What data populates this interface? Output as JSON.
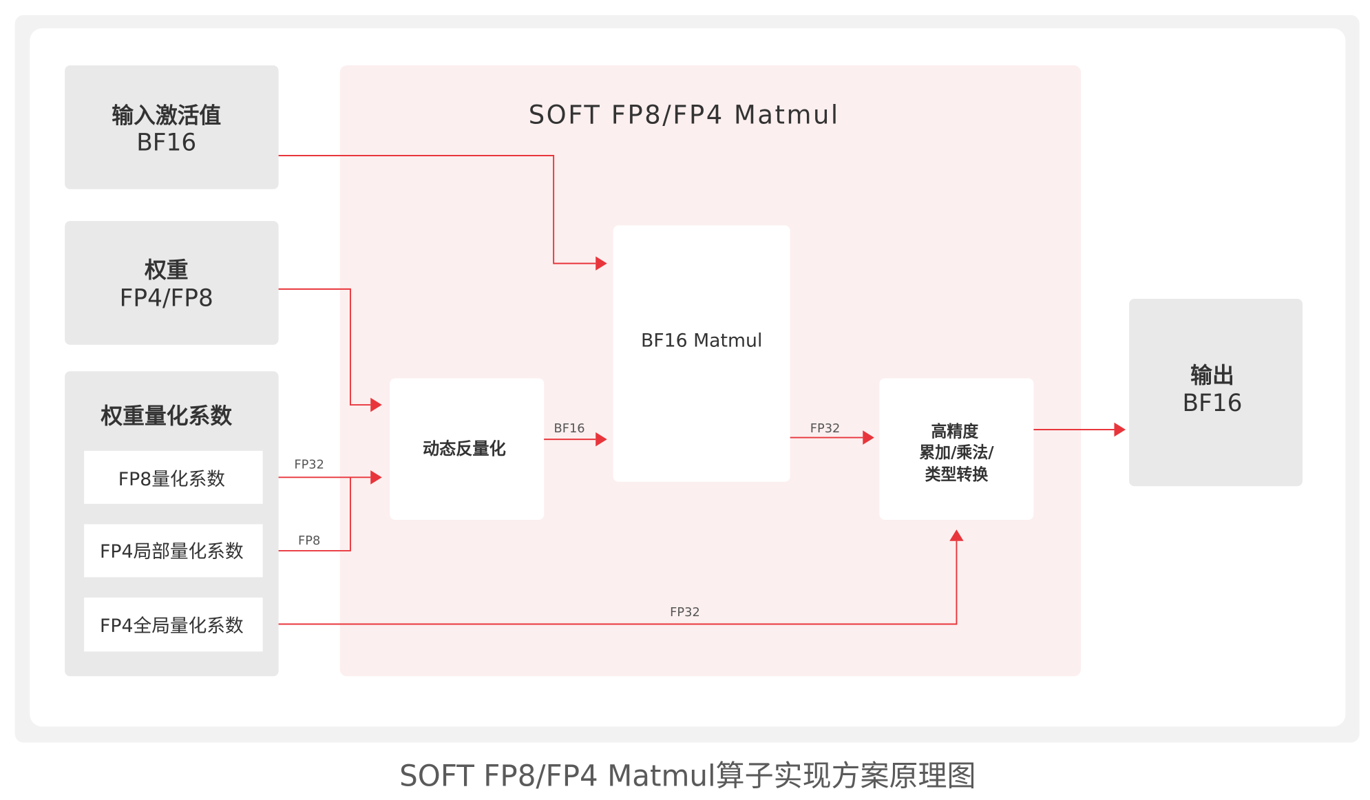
{
  "diagram": {
    "title": "SOFT FP8/FP4 Matmul",
    "caption": "SOFT FP8/FP4 Matmul算子实现方案原理图",
    "inputs": {
      "activation": {
        "line1": "输入激活值",
        "line2": "BF16"
      },
      "weight": {
        "line1": "权重",
        "line2": "FP4/FP8"
      },
      "scales": {
        "title": "权重量化系数",
        "items": [
          "FP8量化系数",
          "FP4局部量化系数",
          "FP4全局量化系数"
        ]
      }
    },
    "blocks": {
      "dequant": "动态反量化",
      "matmul": "BF16 Matmul",
      "accum": [
        "高精度",
        "累加/乘法/",
        "类型转换"
      ]
    },
    "output": {
      "line1": "输出",
      "line2": "BF16"
    },
    "edge_labels": {
      "fp8_scale": "FP32",
      "fp4_local": "FP8",
      "dequant_out": "BF16",
      "matmul_out": "FP32",
      "fp4_global": "FP32"
    },
    "colors": {
      "arrow": "#e8353b",
      "region": "#fcefef",
      "box": "#e9e9e9"
    }
  }
}
